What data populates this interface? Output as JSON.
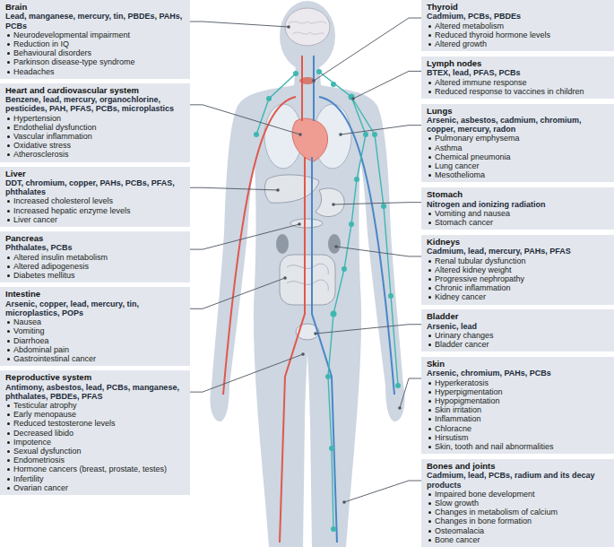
{
  "diagram": {
    "nodes": [
      {
        "text": [
          "Brain",
          "Lead, manganese, mercury, tin, PBDEs, PAHs, PCBs",
          "Neurodevelopmental impairment",
          "Reduction in IQ",
          "Behavioural disorders",
          "Parkinson disease-type syndrome",
          "Headaches"
        ]
      },
      {
        "text": [
          "Heart and cardiovascular system",
          "Benzene, lead, mercury, organochlorine, pesticides, PAH, PFAS, PCBs, microplastics",
          "Hypertension",
          "Endothelial dysfunction",
          "Vascular inflammation",
          "Oxidative stress",
          "Atherosclerosis"
        ]
      },
      {
        "text": [
          "Liver",
          "DDT, chromium, copper, PAHs, PCBs, PFAS, phthalates",
          "Increased cholesterol levels",
          "Increased hepatic enzyme levels",
          "Liver cancer"
        ]
      },
      {
        "text": [
          "Pancreas",
          "Phthalates, PCBs",
          "Altered insulin metabolism",
          "Altered adipogenesis",
          "Diabetes mellitus"
        ]
      },
      {
        "text": [
          "Intestine",
          "Arsenic, copper, lead, mercury, tin, microplastics, POPs",
          "Nausea",
          "Vomiting",
          "Diarrhoea",
          "Abdominal pain",
          "Gastrointestinal cancer"
        ]
      },
      {
        "text": [
          "Reproductive system",
          "Antimony, asbestos, lead, PCBs, manganese, phthalates, PBDEs, PFAS",
          "Testicular atrophy",
          "Early menopause",
          "Reduced testosterone levels",
          "Decreased libido",
          "Impotence",
          "Sexual dysfunction",
          "Endometriosis",
          "Hormone cancers (breast, prostate, testes)",
          "Infertility",
          "Ovarian cancer"
        ]
      },
      {
        "text": [
          "Thyroid",
          "Cadmium, PCBs, PBDEs",
          "Altered metabolism",
          "Reduced thyroid hormone levels",
          "Altered growth"
        ]
      },
      {
        "text": [
          "Lymph nodes",
          "BTEX, lead, PFAS, PCBs",
          "Altered immune response",
          "Reduced response to vaccines in children"
        ]
      },
      {
        "text": [
          "Lungs",
          "Arsenic, asbestos, cadmium, chromium, copper, mercury, radon",
          "Pulmonary emphysema",
          "Asthma",
          "Chemical pneumonia",
          "Lung cancer",
          "Mesothelioma"
        ]
      },
      {
        "text": [
          "Stomach",
          "Nitrogen and ionizing radiation",
          "Vomiting and nausea",
          "Stomach cancer"
        ]
      },
      {
        "text": [
          "Kidneys",
          "Cadmium, lead, mercury, PAHs, PFAS",
          "Renal tubular dysfunction",
          "Altered kidney weight",
          "Progressive nephropathy",
          "Chronic inflammation",
          "Kidney cancer"
        ]
      },
      {
        "text": [
          "Bladder",
          "Arsenic, lead",
          "Urinary changes",
          "Bladder cancer"
        ]
      },
      {
        "text": [
          "Skin",
          "Arsenic, chromium, PAHs, PCBs",
          "Hyperkeratosis",
          "Hyperpigmentation",
          "Hypopigmentation",
          "Skin irritation",
          "Inflammation",
          "Chloracne",
          "Hirsutism",
          "Skin, tooth and nail abnormalities"
        ]
      },
      {
        "text": [
          "Bones and joints",
          "Cadmium, lead, PCBs, radium and its decay products",
          "Impaired bone development",
          "Slow growth",
          "Changes in metabolism of calcium",
          "Changes in bone formation",
          "Osteomalacia",
          "Bone cancer"
        ]
      }
    ]
  }
}
